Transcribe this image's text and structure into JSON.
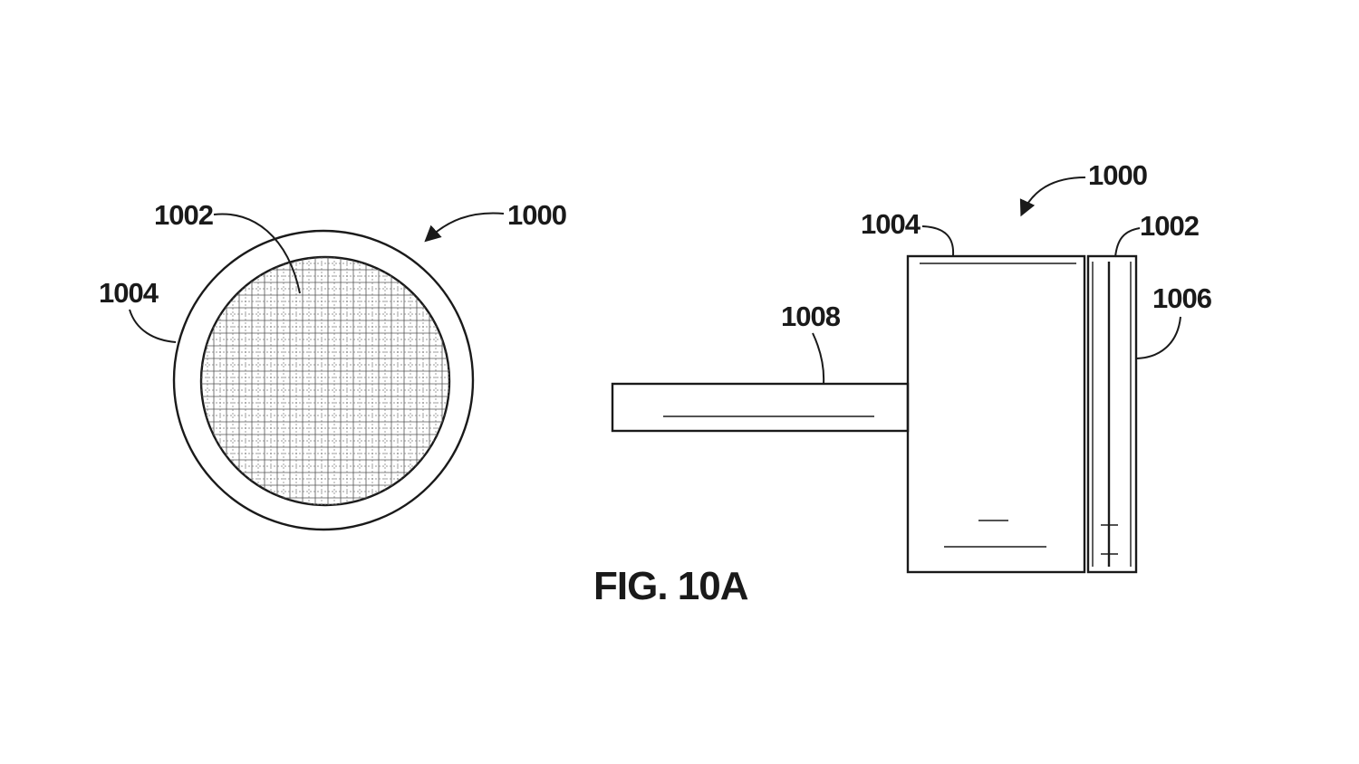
{
  "figure": {
    "caption": "FIG. 10A",
    "front_view": {
      "label_assembly": "1000",
      "label_mesh": "1002",
      "label_ring": "1004"
    },
    "side_view": {
      "label_assembly": "1000",
      "label_body": "1004",
      "label_mesh": "1002",
      "label_plate": "1006",
      "label_handle": "1008"
    }
  },
  "colors": {
    "ink": "#1a1a1a",
    "background": "#ffffff"
  }
}
